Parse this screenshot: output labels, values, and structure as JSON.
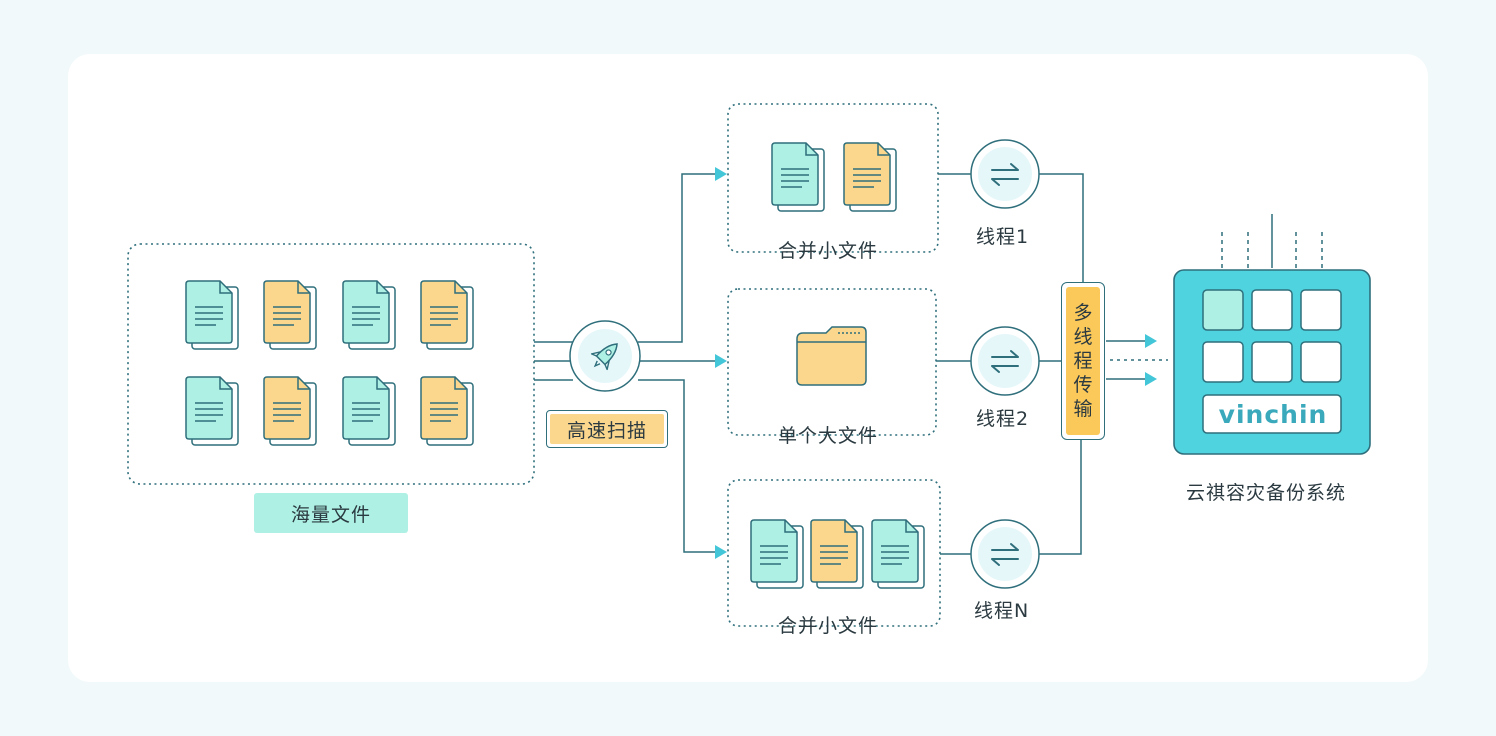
{
  "source": {
    "label": "海量文件"
  },
  "scan": {
    "label": "高速扫描"
  },
  "groups": [
    {
      "label": "合并小文件"
    },
    {
      "label": "单个大文件"
    },
    {
      "label": "合并小文件"
    }
  ],
  "threads": [
    {
      "label": "线程1"
    },
    {
      "label": "线程2"
    },
    {
      "label": "线程N"
    }
  ],
  "multithread": {
    "chars": [
      "多",
      "线",
      "程",
      "传",
      "输"
    ]
  },
  "target": {
    "logo": "vinchin",
    "label": "云祺容灾备份系统"
  },
  "colors": {
    "line": "#2f6f7c",
    "arrow": "#43c6d8",
    "teal_doc": "#aef0e4",
    "yellow_doc": "#fbd78e",
    "server": "#4fd3df",
    "multithread": "#fbc85a"
  }
}
